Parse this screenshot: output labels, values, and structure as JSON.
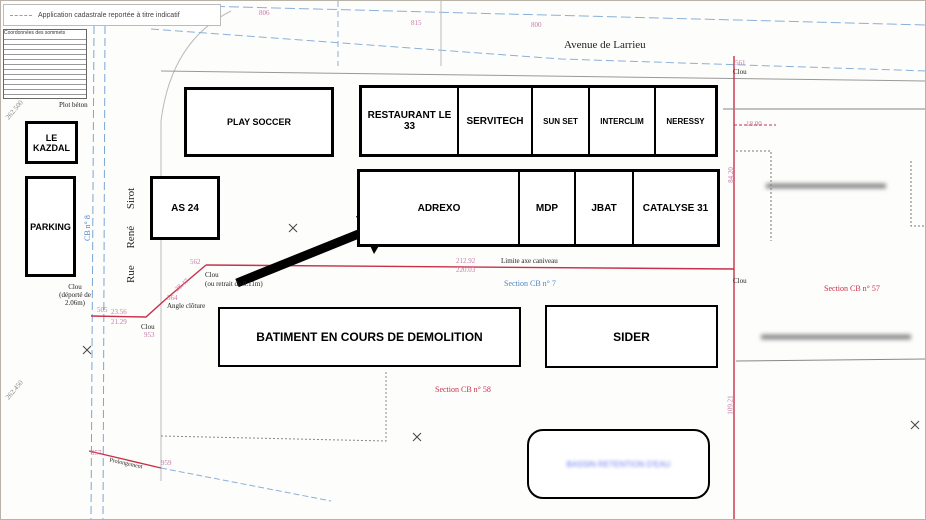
{
  "legend": {
    "label": "Application cadastrale reportée à titre indicatif"
  },
  "coord_table": {
    "title": "Coordonnées des sommets"
  },
  "streets": {
    "avenue": "Avenue de Larrieu",
    "rue": "Rue René Sirot",
    "cb": "CB n° 8"
  },
  "buildings": {
    "play_soccer": "PLAY SOCCER",
    "le_kazdal": "LE KAZDAL",
    "parking": "PARKING",
    "as24": "AS 24",
    "top_row": [
      "RESTAURANT LE 33",
      "SERVITECH",
      "SUN SET",
      "INTERCLIM",
      "NERESSY"
    ],
    "middle_row": [
      "ADREXO",
      "MDP",
      "JBAT",
      "CATALYSE 31"
    ],
    "batiment": "BATIMENT EN COURS DE DEMOLITION",
    "sider": "SIDER",
    "bassin": "BASSIN RETENTION D'EAU"
  },
  "annotations": {
    "plot_beton": "Plot béton",
    "clou_deporte": "Clou (déporté de 2.06m)",
    "clou": "Clou",
    "clou_retrait": "(ou retrait de 0.11m)",
    "angle_cloture": "Angle clôture",
    "limite": "Limite axe caniveau",
    "section_7": "Section CB n° 7",
    "section_57": "Section CB n° 57",
    "section_58": "Section CB n° 58",
    "prolongement": "Prolongement",
    "dim_1": "212.92",
    "dim_2": "220.03",
    "dim_3": "23.56",
    "dim_4": "21.29",
    "dim_5": "28.47",
    "dim_6": "18.00",
    "dim_7": "84.20",
    "dim_8": "109.21",
    "alt_1": "262.500",
    "alt_2": "262.450",
    "pts": [
      "505",
      "953",
      "564",
      "562",
      "561",
      "806",
      "815",
      "800",
      "957",
      "959"
    ]
  },
  "colors": {
    "cadastre_red": "#c8304a",
    "cadastre_blue": "#4d86c8",
    "box_border": "#000000"
  }
}
